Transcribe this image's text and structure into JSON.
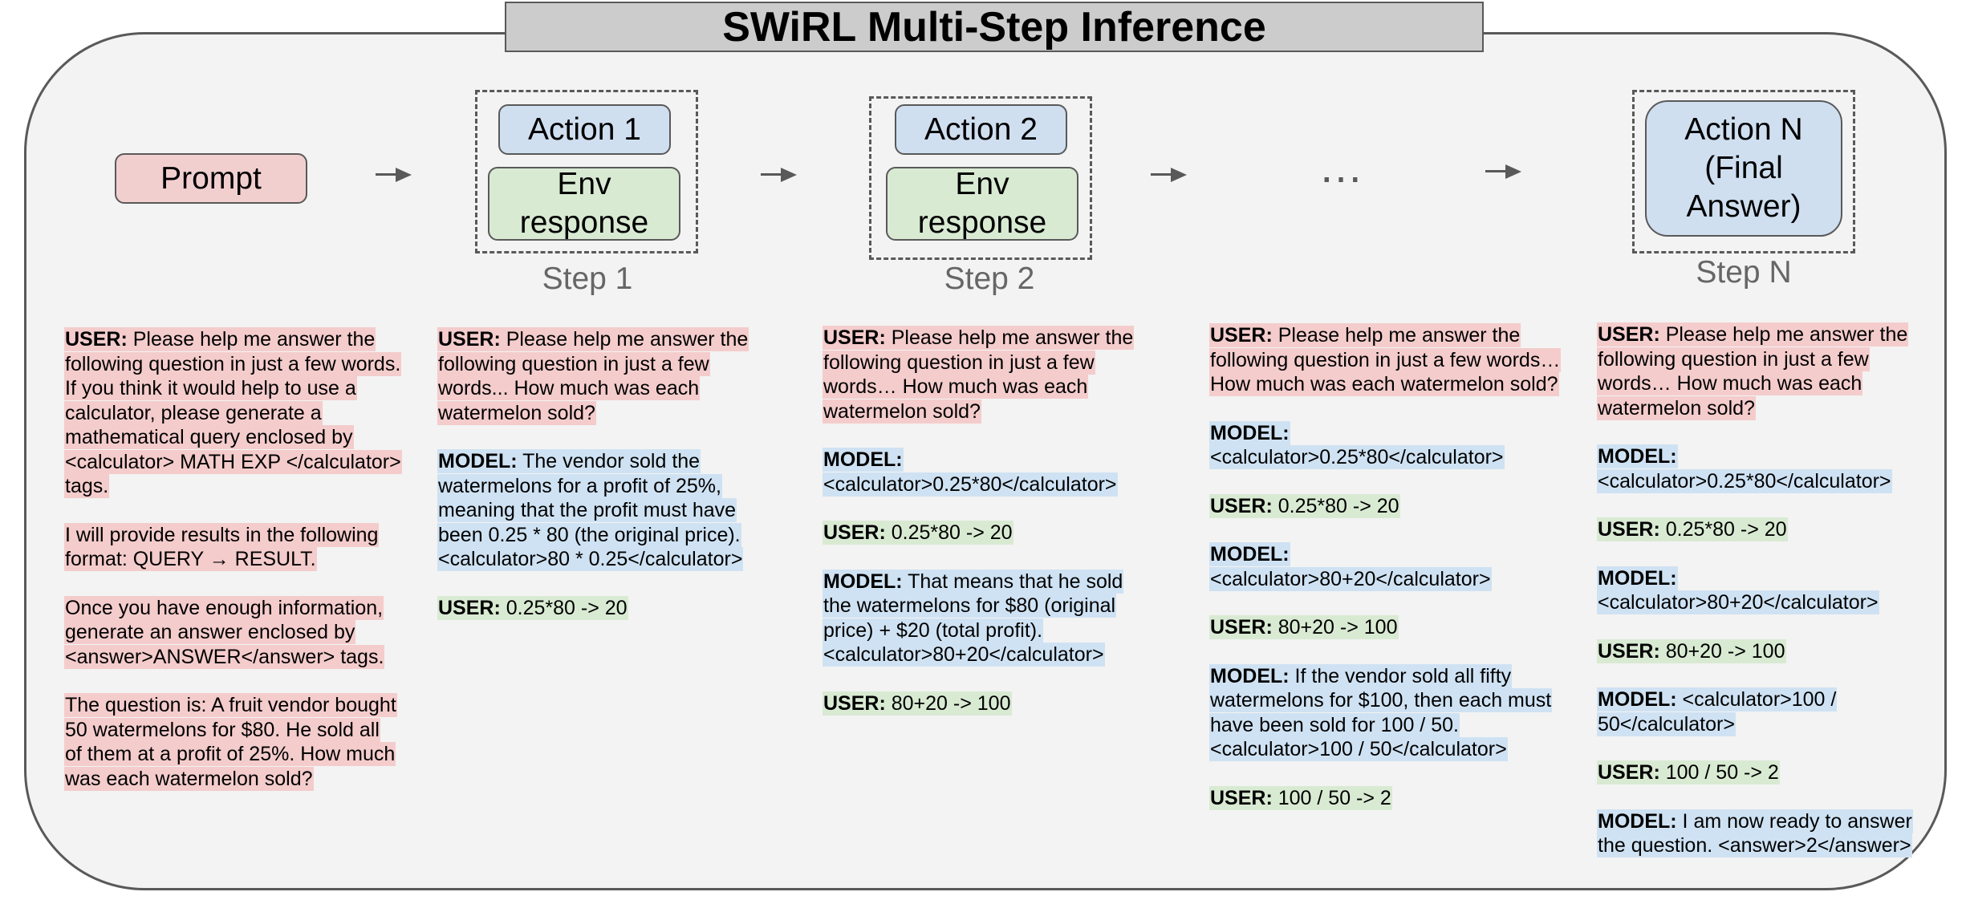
{
  "title": "SWiRL Multi-Step Inference",
  "colors": {
    "user": "#f4cccc",
    "model": "#cfe2f3",
    "env": "#d9ead3",
    "frame": "#f3f3f3",
    "title_bg": "#cccccc"
  },
  "pipeline": {
    "prompt_label": "Prompt",
    "step1": {
      "action": "Action 1",
      "env_line1": "Env",
      "env_line2": "response",
      "label": "Step 1"
    },
    "step2": {
      "action": "Action 2",
      "env_line1": "Env",
      "env_line2": "response",
      "label": "Step 2"
    },
    "ellipsis": "…",
    "stepN": {
      "action_line1": "Action N",
      "action_line2": "(Final",
      "action_line3": "Answer)",
      "label": "Step N"
    }
  },
  "columns": [
    [
      {
        "speaker": "USER:",
        "text": " Please help me answer the following question in just a few words. If you think it would help to use a calculator, please generate a mathematical query enclosed by <calculator> MATH EXP </calculator> tags.",
        "color": "pink"
      },
      {
        "speaker": "",
        "text": "I will provide results in the following format: QUERY → RESULT.",
        "color": "pink"
      },
      {
        "speaker": "",
        "text": "Once you have enough information, generate an answer enclosed by <answer>ANSWER</answer> tags.",
        "color": "pink"
      },
      {
        "speaker": "",
        "text": "The question is: A fruit vendor bought 50 watermelons for $80. He sold all of them at a profit of 25%. How much was each watermelon sold?",
        "color": "pink"
      }
    ],
    [
      {
        "speaker": "USER:",
        "text": " Please help me answer the following question in just a few words... How much was each watermelon sold?",
        "color": "pink"
      },
      {
        "speaker": "MODEL:",
        "text": " The vendor sold the watermelons for a profit of 25%, meaning that the profit must have been 0.25 * 80 (the original price). <calculator>80 * 0.25</calculator>",
        "color": "blue"
      },
      {
        "speaker": "USER:",
        "text": " 0.25*80 -> 20",
        "color": "green"
      }
    ],
    [
      {
        "speaker": "USER:",
        "text": " Please help me answer the following question in just a few words… How much was each watermelon sold?",
        "color": "pink"
      },
      {
        "speaker": "MODEL:",
        "text": " <calculator>0.25*80</calculator>",
        "color": "blue"
      },
      {
        "speaker": "USER:",
        "text": " 0.25*80 -> 20",
        "color": "green"
      },
      {
        "speaker": "MODEL:",
        "text": " That means that he sold the watermelons for $80 (original price) + $20 (total profit). <calculator>80+20</calculator>",
        "color": "blue"
      },
      {
        "speaker": "USER:",
        "text": " 80+20 -> 100",
        "color": "green"
      }
    ],
    [
      {
        "speaker": "USER:",
        "text": " Please help me answer the following question in just a few words… How much was each watermelon sold?",
        "color": "pink"
      },
      {
        "speaker": "MODEL:",
        "text": " <calculator>0.25*80</calculator>",
        "color": "blue"
      },
      {
        "speaker": "USER:",
        "text": " 0.25*80 -> 20",
        "color": "green"
      },
      {
        "speaker": "MODEL:",
        "text": " <calculator>80+20</calculator>",
        "color": "blue"
      },
      {
        "speaker": "USER:",
        "text": " 80+20 -> 100",
        "color": "green"
      },
      {
        "speaker": "MODEL:",
        "text": " If the vendor sold all fifty watermelons for $100, then each must have been sold for 100 / 50. <calculator>100 / 50</calculator>",
        "color": "blue"
      },
      {
        "speaker": "USER:",
        "text": " 100 / 50 -> 2",
        "color": "green"
      }
    ],
    [
      {
        "speaker": "USER:",
        "text": " Please help me answer the following question in just a few words… How much was each watermelon sold?",
        "color": "pink"
      },
      {
        "speaker": "MODEL:",
        "text": " <calculator>0.25*80</calculator>",
        "color": "blue"
      },
      {
        "speaker": "USER:",
        "text": " 0.25*80 -> 20",
        "color": "green"
      },
      {
        "speaker": "MODEL:",
        "text": " <calculator>80+20</calculator>",
        "color": "blue"
      },
      {
        "speaker": "USER:",
        "text": " 80+20 -> 100",
        "color": "green"
      },
      {
        "speaker": "MODEL:",
        "text": " <calculator>100 / 50</calculator>",
        "color": "blue"
      },
      {
        "speaker": "USER:",
        "text": " 100 / 50 -> 2",
        "color": "green"
      },
      {
        "speaker": "MODEL:",
        "text": " I am now ready to answer the question. <answer>2</answer>",
        "color": "blue"
      }
    ]
  ]
}
